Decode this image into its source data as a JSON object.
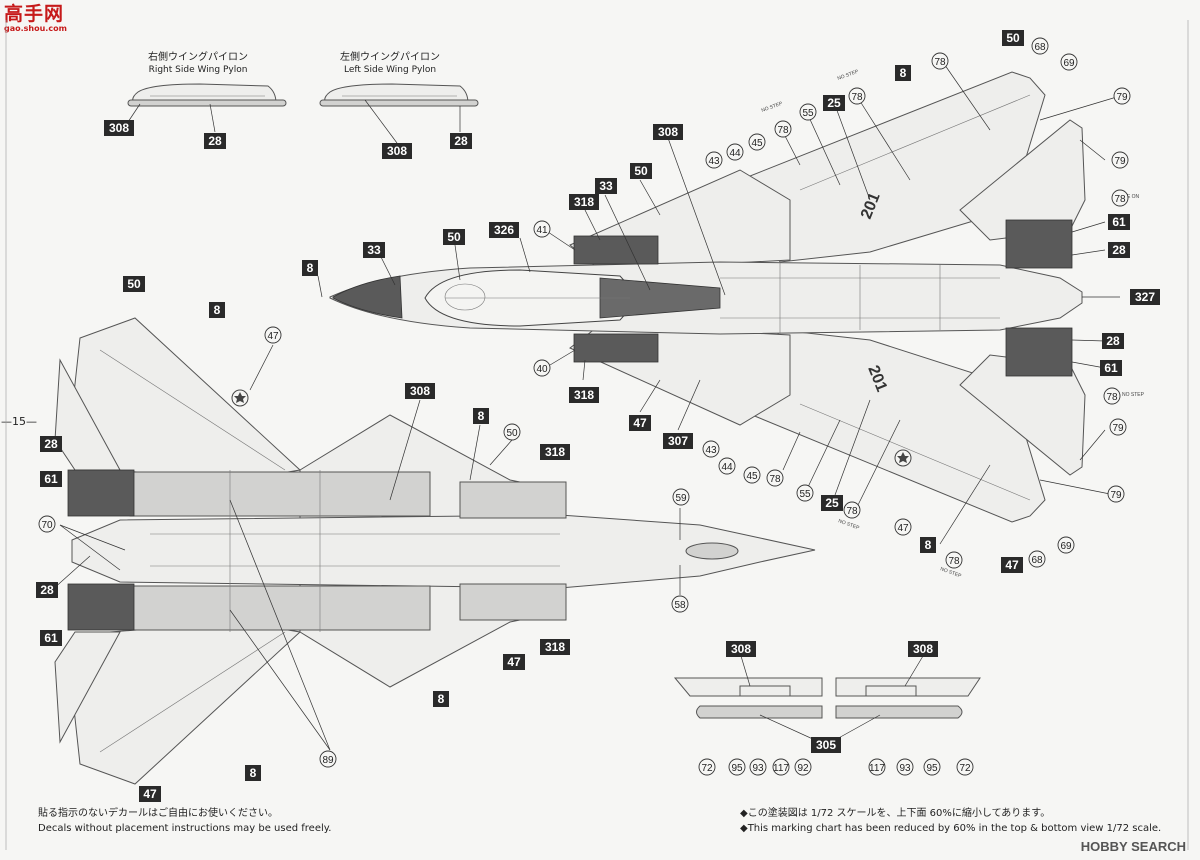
{
  "logo": {
    "title": "高手网",
    "url": "gao.shou.com"
  },
  "page_number": "—15—",
  "pylons": {
    "right": {
      "jp": "右側ウイングパイロン",
      "en": "Right Side Wing Pylon"
    },
    "left": {
      "jp": "左側ウイングパイロン",
      "en": "Left Side Wing Pylon"
    }
  },
  "stencils": {
    "no_step": "NO STEP",
    "use": "USE ON"
  },
  "footer": {
    "left_jp": "貼る指示のないデカールはご自由にお使いください。",
    "left_en": "Decals without placement instructions may be used freely.",
    "right_jp": "◆この塗装図は 1/72 スケールを、上下面 60%に縮小してあります。",
    "right_en": "◆This marking chart has been reduced by 60% in the top & bottom view 1/72 scale."
  },
  "watermark": "HOBBY SEARCH",
  "top_view": {
    "modex": "201"
  },
  "callouts": {
    "c308": "308",
    "c28": "28",
    "c8": "8",
    "c33": "33",
    "c50": "50",
    "c326": "326",
    "c318": "318",
    "c327": "327",
    "c61": "61",
    "c47": "47",
    "c307": "307",
    "c89": "89",
    "c305": "305",
    "c41": "41",
    "c40": "40",
    "c43": "43",
    "c44": "44",
    "c45": "45",
    "c78": "78",
    "c55": "55",
    "c25": "25",
    "c68": "68",
    "c69": "69",
    "c79": "79",
    "c59": "59",
    "c58": "58",
    "c70": "70",
    "c72": "72",
    "c95": "95",
    "c93": "93",
    "c117": "117",
    "c92": "92"
  }
}
